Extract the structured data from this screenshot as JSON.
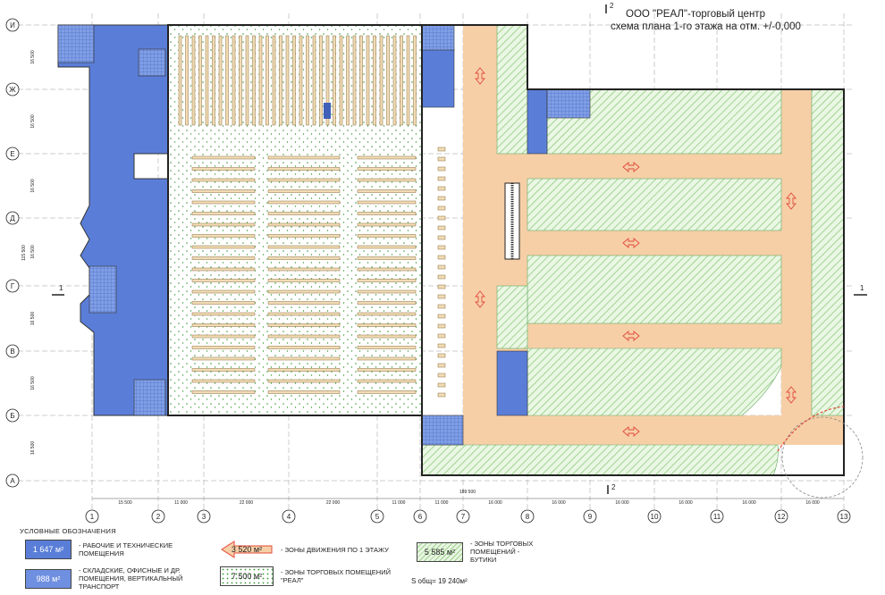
{
  "title": {
    "line1": "ООО \"РЕАЛ\"-торговый центр",
    "line2": "схема плана 1-го этажа на отм. +/-0,000"
  },
  "rows": [
    {
      "label": "И"
    },
    {
      "label": "Ж"
    },
    {
      "label": "Е"
    },
    {
      "label": "Д"
    },
    {
      "label": "Г"
    },
    {
      "label": "В"
    },
    {
      "label": "Б"
    },
    {
      "label": "А"
    }
  ],
  "columns": [
    {
      "label": "1"
    },
    {
      "label": "2"
    },
    {
      "label": "3"
    },
    {
      "label": "4"
    },
    {
      "label": "5"
    },
    {
      "label": "6"
    },
    {
      "label": "7"
    },
    {
      "label": "8"
    },
    {
      "label": "9"
    },
    {
      "label": "10"
    },
    {
      "label": "11"
    },
    {
      "label": "12"
    },
    {
      "label": "13"
    }
  ],
  "row_dims": [
    "16 500",
    "16 500",
    "16 500",
    "16 500",
    "16 500",
    "16 500",
    "16 500"
  ],
  "row_total": "115 500",
  "col_dims": [
    "15 500",
    "11 000",
    "22 000",
    "22 000",
    "11 000",
    "11 000",
    "16 000",
    "16 000",
    "16 000",
    "16 000",
    "16 000",
    "16 000"
  ],
  "col_total": "189 500",
  "section_marks": {
    "left": "1",
    "right": "1",
    "top": "2",
    "bottom": "2"
  },
  "legend": {
    "heading": "УСЛОВНЫЕ  ОБОЗНАЧЕНИЯ",
    "items": [
      {
        "value": "1 647 м²",
        "text": "- РАБОЧИЕ И ТЕХНИЧЕСКИЕ ПОМЕЩЕНИЯ"
      },
      {
        "value": "3 520 м²",
        "text": "- ЗОНЫ ДВИЖЕНИЯ ПО 1 ЭТАЖУ"
      },
      {
        "value": "5 585 м²",
        "text": "- ЗОНЫ ТОРГОВЫХ ПОМЕЩЕНИЙ - БУТИКИ"
      },
      {
        "value": "988 м²",
        "text": "- СКЛАДСКИЕ, ОФИСНЫЕ И ДР. ПОМЕЩЕНИЯ, ВЕРТИКАЛЬНЫЙ ТРАНСПОРТ"
      },
      {
        "value": "7 500 м²",
        "text": "- ЗОНЫ ТОРГОВЫХ ПОМЕЩЕНИЙ \"РЕАЛ\""
      }
    ],
    "total": "S общ= 19 240м²"
  },
  "colors": {
    "blue": "#5a7ed8",
    "peach": "#f6cfa7",
    "green_hatch": "#9fd08f",
    "grid_line": "#555555",
    "arrow": "#e14b3a"
  }
}
